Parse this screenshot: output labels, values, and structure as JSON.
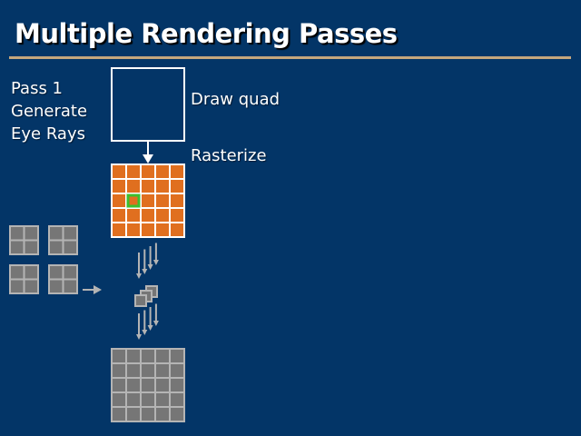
{
  "slide": {
    "title": "Multiple Rendering Passes",
    "pass_label_lines": [
      "Pass 1",
      "Generate",
      "Eye Rays"
    ],
    "draw_quad_label": "Draw quad",
    "rasterize_label": "Rasterize"
  },
  "colors": {
    "background": "#033567",
    "rule": "#c5a77d",
    "fragment_orange": "#e06f1f",
    "highlight_green": "#3cbf2e",
    "gray_cell": "#767676",
    "gray_border": "#b4b4b4",
    "white": "#ffffff"
  },
  "diagram": {
    "raster_grid": {
      "rows": 5,
      "cols": 5,
      "highlight_cell": [
        2,
        1
      ]
    },
    "output_grid": {
      "rows": 5,
      "cols": 5
    },
    "texture_tiles": {
      "count": 4,
      "rows": 2,
      "cols": 2
    },
    "parallel_arrows_per_group": 4,
    "stacked_fragments": 3
  }
}
